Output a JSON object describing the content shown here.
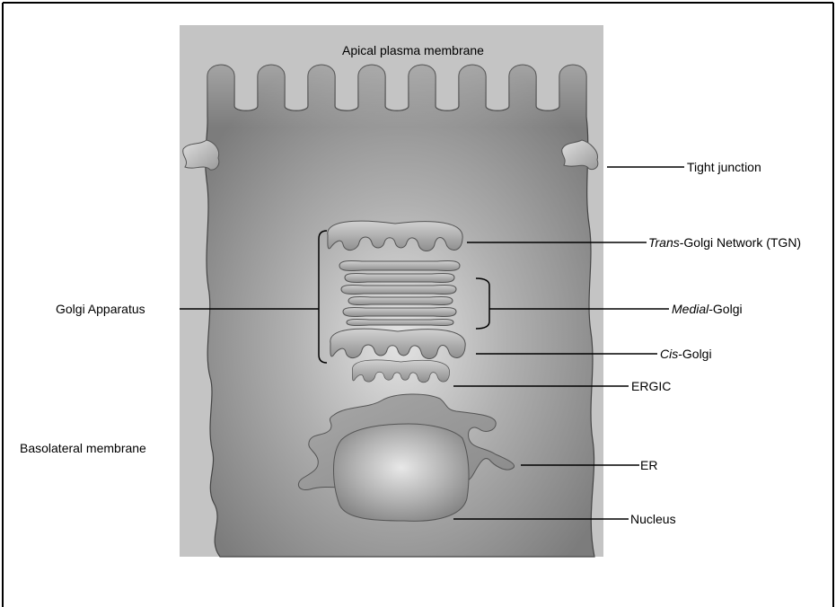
{
  "labels": {
    "apical": "Apical plasma membrane",
    "tight_junction": "Tight junction",
    "tgn": {
      "italic": "Trans",
      "rest": "-Golgi Network (TGN)"
    },
    "golgi_apparatus": "Golgi Apparatus",
    "medial": {
      "italic": "Medial",
      "rest": "-Golgi"
    },
    "cis": {
      "italic": "Cis",
      "rest": "-Golgi"
    },
    "ergic": "ERGIC",
    "basolateral": "Basolateral membrane",
    "er": "ER",
    "nucleus": "Nucleus"
  },
  "colors": {
    "background": "#c4c4c4",
    "cell": "#8c8c8c",
    "outline": "#444444"
  }
}
